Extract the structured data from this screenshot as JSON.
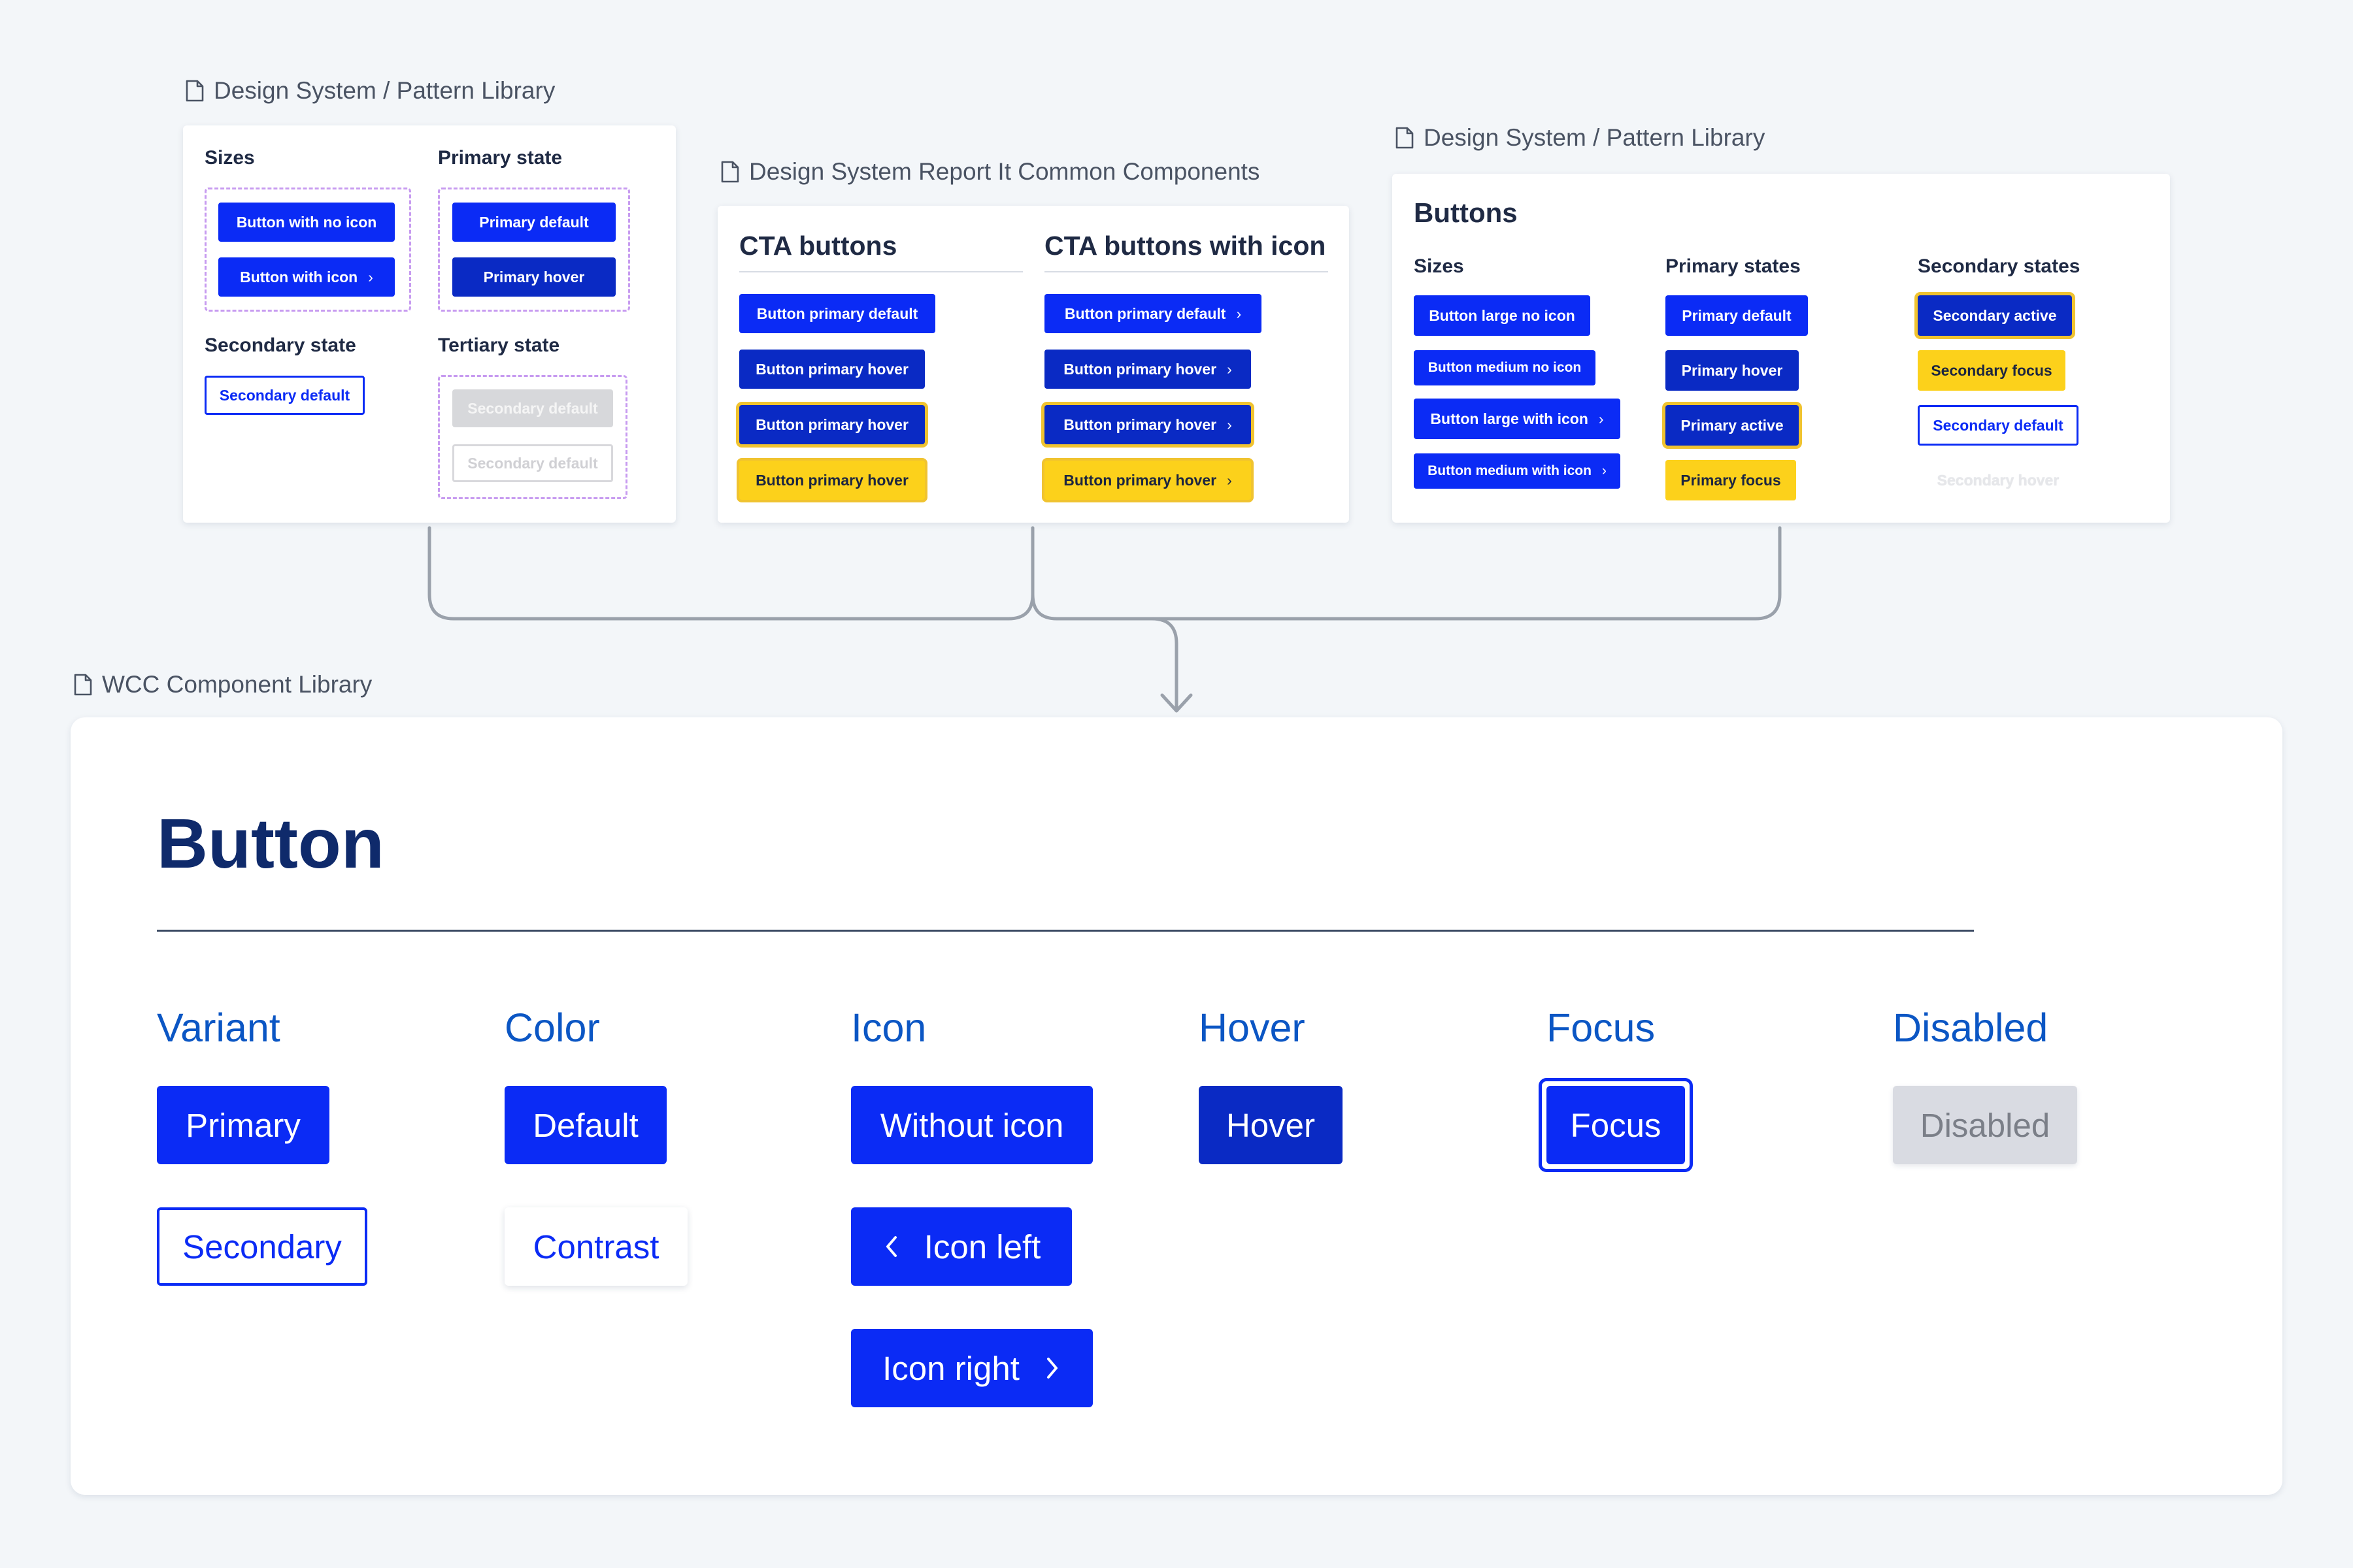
{
  "card1": {
    "file_label": "Design System / Pattern Library",
    "sizes_title": "Sizes",
    "primary_state_title": "Primary state",
    "secondary_state_title": "Secondary state",
    "tertiary_state_title": "Tertiary state",
    "btn_no_icon": "Button with no icon",
    "btn_with_icon": "Button with icon",
    "primary_default": "Primary default",
    "primary_hover": "Primary hover",
    "secondary_default": "Secondary default",
    "tertiary_1": "Secondary default",
    "tertiary_2": "Secondary default"
  },
  "card2": {
    "file_label": "Design System Report It Common Components",
    "col1_title": "CTA buttons",
    "col2_title": "CTA buttons with icon",
    "col1": [
      "Button primary default",
      "Button primary hover",
      "Button primary hover",
      "Button primary hover"
    ],
    "col2": [
      "Button primary default",
      "Button primary hover",
      "Button primary hover",
      "Button primary hover"
    ]
  },
  "card3": {
    "file_label": "Design System / Pattern Library",
    "title": "Buttons",
    "sizes_title": "Sizes",
    "primary_states_title": "Primary states",
    "secondary_states_title": "Secondary states",
    "sizes": [
      "Button large no icon",
      "Button medium no icon",
      "Button large with icon",
      "Button medium with icon"
    ],
    "primary": [
      "Primary default",
      "Primary hover",
      "Primary active",
      "Primary focus"
    ],
    "secondary": [
      "Secondary active",
      "Secondary focus",
      "Secondary default",
      "Secondary hover"
    ]
  },
  "main": {
    "file_label": "WCC Component Library",
    "title": "Button",
    "columns": {
      "variant": {
        "heading": "Variant",
        "items": [
          "Primary",
          "Secondary"
        ]
      },
      "color": {
        "heading": "Color",
        "items": [
          "Default",
          "Contrast"
        ]
      },
      "icon": {
        "heading": "Icon",
        "items": [
          "Without icon",
          "Icon left",
          "Icon right"
        ]
      },
      "hover": {
        "heading": "Hover",
        "items": [
          "Hover"
        ]
      },
      "focus": {
        "heading": "Focus",
        "items": [
          "Focus"
        ]
      },
      "disabled": {
        "heading": "Disabled",
        "items": [
          "Disabled"
        ]
      }
    }
  },
  "icons": {
    "file": "file-icon",
    "chevron_right": "chevron-right-icon",
    "chevron_left": "chevron-left-icon",
    "arrow_down": "arrow-down-icon"
  },
  "colors": {
    "background": "#f3f6f9",
    "primary": "#0b2bf5",
    "primary_hover": "#0a2ac4",
    "accent_yellow": "#fcd11b",
    "heading_blue": "#0b56c4",
    "title_navy": "#0f2a6b",
    "dashed_purple": "#c79bf0",
    "disabled_gray": "#d9dbe2"
  }
}
